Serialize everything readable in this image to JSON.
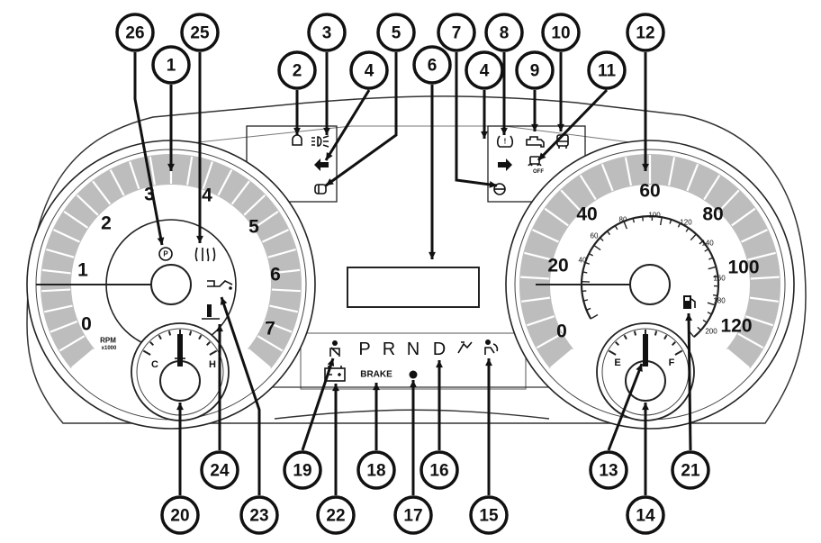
{
  "tachometer": {
    "labels": [
      "0",
      "1",
      "2",
      "3",
      "4",
      "5",
      "6",
      "7"
    ],
    "unit_line1": "RPM",
    "unit_line2": "x1000"
  },
  "speedometer": {
    "outer_labels": [
      "0",
      "20",
      "40",
      "60",
      "80",
      "100",
      "120"
    ],
    "inner_labels": [
      "40",
      "60",
      "80",
      "100",
      "120",
      "140",
      "160",
      "180",
      "200"
    ]
  },
  "temp_gauge": {
    "low": "C",
    "high": "H"
  },
  "fuel_gauge": {
    "empty": "E",
    "full": "F"
  },
  "gear_indicator": {
    "p": "P",
    "r": "R",
    "n": "N",
    "d": "D"
  },
  "brake_label": "BRAKE",
  "traction_off_label": "OFF",
  "callouts": [
    "1",
    "2",
    "3",
    "4",
    "5",
    "6",
    "7",
    "8",
    "9",
    "10",
    "11",
    "12",
    "13",
    "14",
    "15",
    "16",
    "17",
    "18",
    "19",
    "20",
    "21",
    "22",
    "23",
    "24",
    "25",
    "26"
  ],
  "icons": [
    "parking-brake-icon",
    "esc-icon",
    "fog-light-icon",
    "front-fog-icon",
    "turn-left-icon",
    "tpms-icon",
    "turn-right-icon",
    "cruise-icon",
    "engine-check-icon",
    "security-icon",
    "traction-off-icon",
    "oil-pressure-icon",
    "coolant-temp-icon",
    "fuel-pump-icon",
    "seatbelt-icon",
    "battery-icon",
    "airbag-icon",
    "esc-off-icon"
  ]
}
